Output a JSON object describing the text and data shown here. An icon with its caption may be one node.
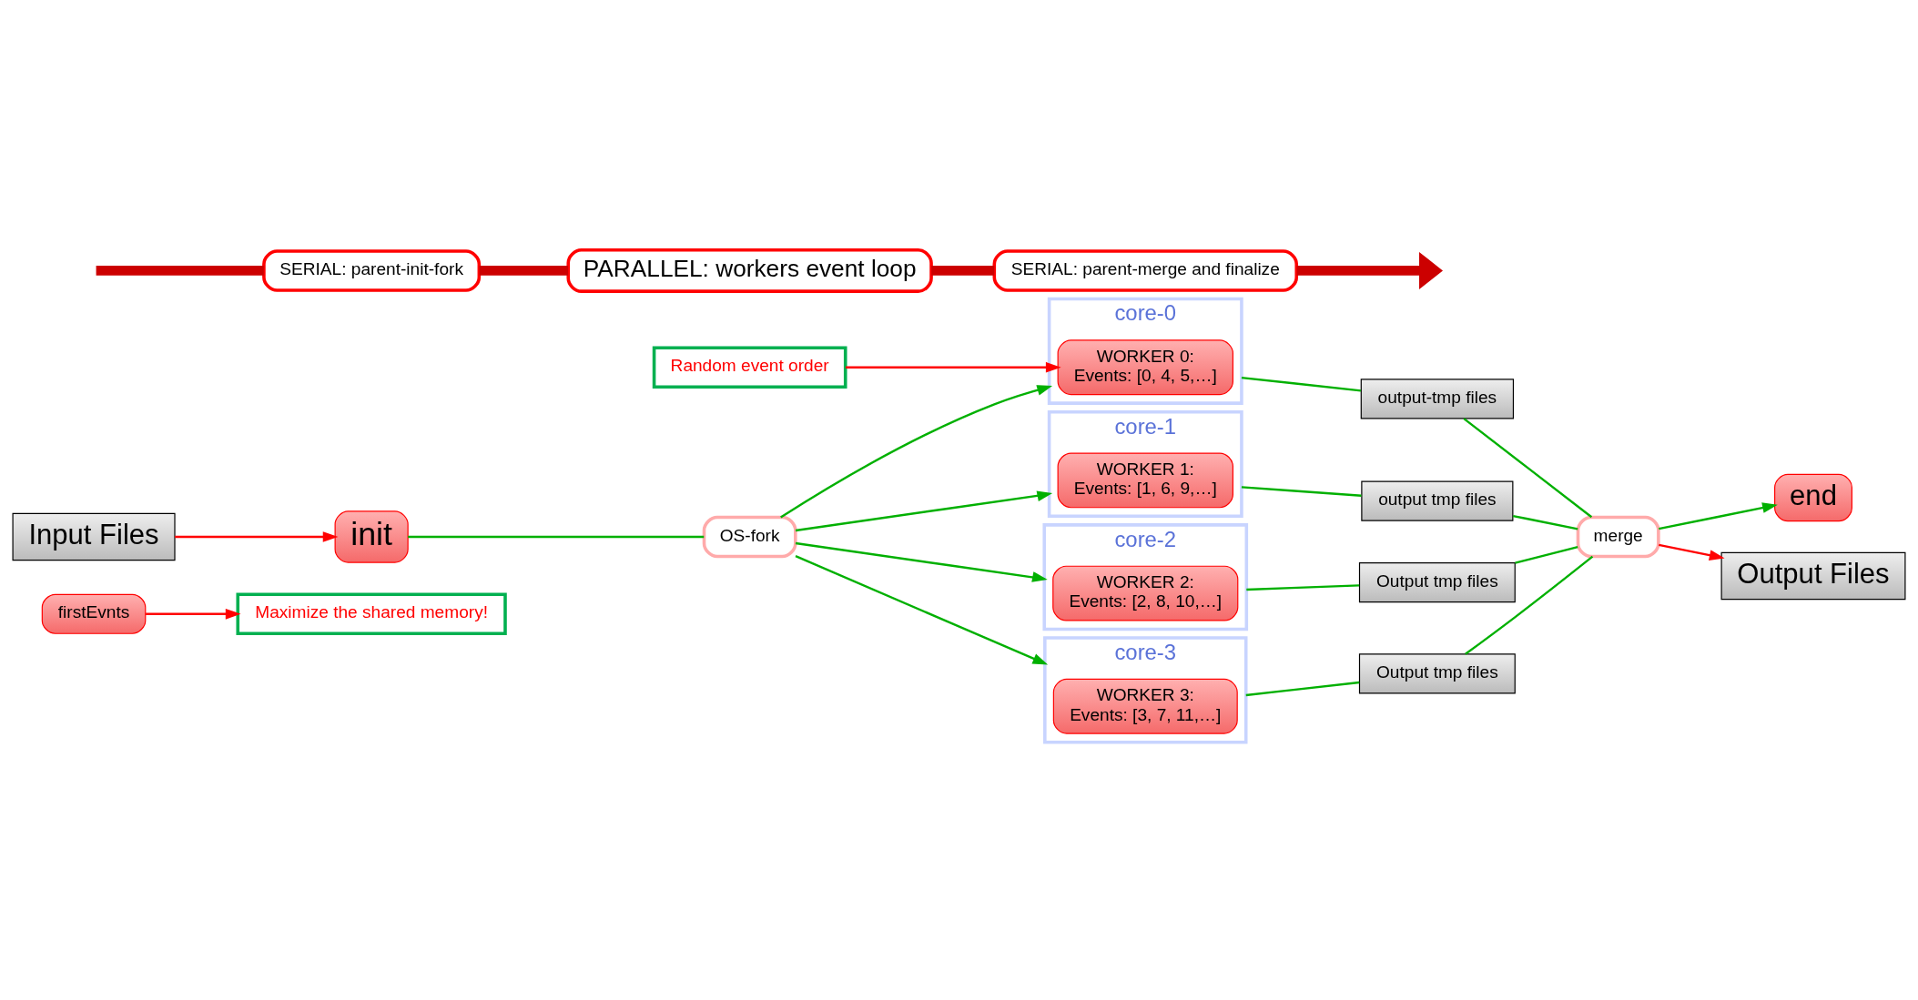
{
  "diagram": {
    "nodes": [
      {
        "text": [
          "Maximize the shared memory!"
        ]
      },
      {
        "text": [
          "Random event order"
        ]
      },
      {
        "text": [
          "firstEvnts"
        ]
      },
      {
        "text": [
          "init"
        ]
      },
      {
        "text": [
          "OS-fork"
        ]
      },
      {
        "text": [
          "core-0"
        ]
      },
      {
        "text": [
          "WORKER 0:",
          "Events: [0, 4, 5,…]"
        ],
        "in": 5
      },
      {
        "text": [
          "core-1"
        ]
      },
      {
        "text": [
          "WORKER 1:",
          "Events: [1, 6, 9,…]"
        ],
        "in": 7
      },
      {
        "text": [
          "core-2"
        ]
      },
      {
        "text": [
          "WORKER 2:",
          "Events: [2, 8, 10,…]"
        ],
        "in": 9
      },
      {
        "text": [
          "core-3"
        ]
      },
      {
        "text": [
          "WORKER 3:",
          "Events: [3, 7, 11,…]"
        ],
        "in": 11
      },
      {
        "text": [
          "output-tmp files"
        ]
      },
      {
        "text": [
          "output tmp files"
        ]
      },
      {
        "text": [
          "Output tmp files"
        ]
      },
      {
        "text": [
          "Output tmp files"
        ]
      },
      {
        "text": [
          "Input Files"
        ]
      },
      {
        "text": [
          "merge"
        ]
      },
      {
        "text": [
          "end"
        ]
      },
      {
        "text": [
          "Output Files"
        ]
      },
      {
        "text": [
          "SERIAL: parent-init-fork"
        ]
      },
      {
        "text": [
          "PARALLEL: workers event loop"
        ]
      },
      {
        "text": [
          "SERIAL: parent-merge and finalize"
        ]
      }
    ],
    "edges": [
      {
        "from": 2,
        "to": 0,
        "arrow": "to",
        "color": "#ff0000"
      },
      {
        "from": 1,
        "to": 6,
        "arrow": "to",
        "color": "#ff0000"
      },
      {
        "from": 17,
        "to": 3,
        "arrow": "to",
        "color": "#ff0000"
      },
      {
        "from": 3,
        "to": 4,
        "arrow": "none"
      },
      {
        "from": 4,
        "to": 5,
        "arrow": "to"
      },
      {
        "from": 4,
        "to": 7,
        "arrow": "to"
      },
      {
        "from": 4,
        "to": 9,
        "arrow": "to"
      },
      {
        "from": 4,
        "to": 11,
        "arrow": "to"
      },
      {
        "from": 5,
        "to": 13,
        "arrow": "none"
      },
      {
        "from": 7,
        "to": 14,
        "arrow": "none"
      },
      {
        "from": 9,
        "to": 15,
        "arrow": "none"
      },
      {
        "from": 11,
        "to": 16,
        "arrow": "none"
      },
      {
        "from": 13,
        "to": 18,
        "arrow": "none"
      },
      {
        "from": 14,
        "to": 18,
        "arrow": "none"
      },
      {
        "from": 15,
        "to": 18,
        "arrow": "none"
      },
      {
        "from": 16,
        "to": 18,
        "arrow": "none"
      },
      {
        "from": 18,
        "to": 19,
        "arrow": "to"
      },
      {
        "from": 18,
        "to": 20,
        "arrow": "to",
        "color": "#ff0000"
      },
      {
        "from": null,
        "to": 21,
        "arrow": "none",
        "color": "#cc0000",
        "style": "thick"
      },
      {
        "from": 21,
        "to": 22,
        "arrow": "none",
        "color": "#cc0000",
        "style": "thick"
      },
      {
        "from": 22,
        "to": 23,
        "arrow": "none",
        "color": "#cc0000",
        "style": "thick"
      },
      {
        "from": 23,
        "to": null,
        "arrow": "to",
        "color": "#cc0000",
        "style": "thick"
      }
    ]
  }
}
